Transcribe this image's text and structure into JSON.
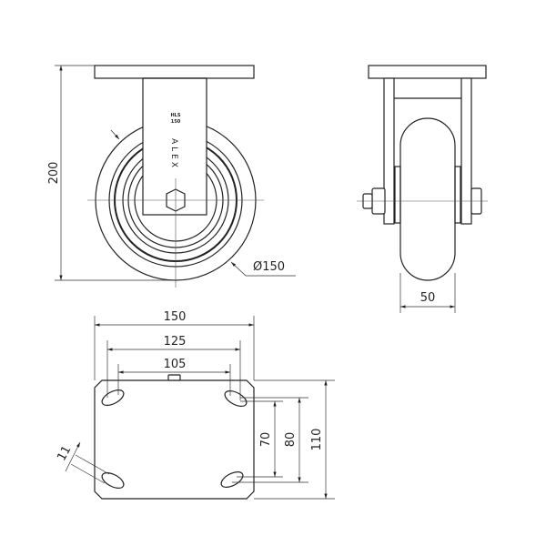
{
  "title": "Fixed castor technical drawing",
  "front_view": {
    "height_dim": "200",
    "diameter_dim": "Ø150",
    "fork_marking": [
      "HLS",
      "150"
    ],
    "fork_logo": "ALEX"
  },
  "side_view": {
    "width_dim": "50"
  },
  "plate_view": {
    "plate_width_dim": "150",
    "hole_spacing_outer_dim": "125",
    "hole_spacing_inner_dim": "105",
    "plate_depth_dim": "110",
    "hole_spacing_v_outer_dim": "80",
    "hole_spacing_v_inner_dim": "70",
    "slot_width_dim": "11"
  },
  "colors": {
    "line": "#222222",
    "background": "#ffffff"
  }
}
